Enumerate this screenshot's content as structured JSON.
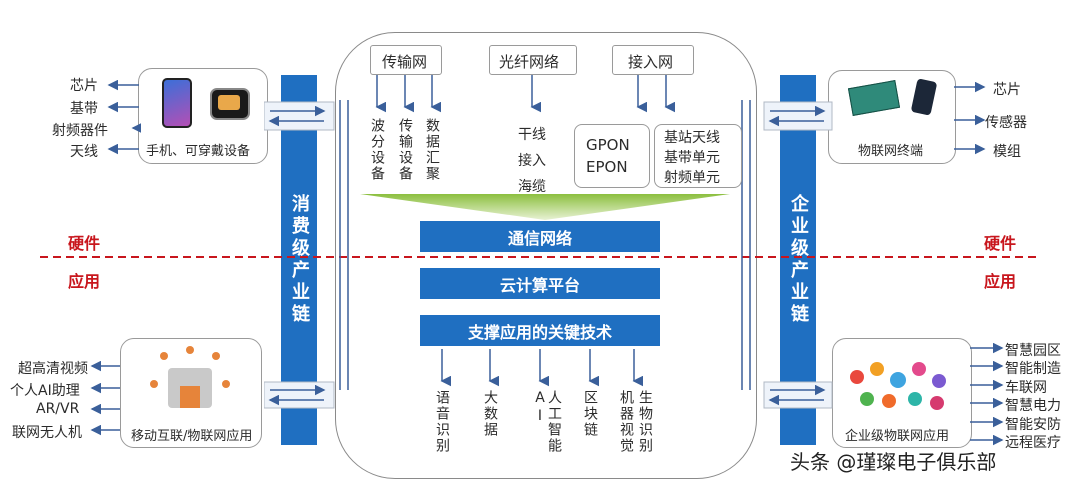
{
  "left_top": {
    "items": [
      "芯片",
      "基带",
      "射频器件",
      "天线"
    ],
    "caption": "手机、可穿戴设备"
  },
  "left_bottom": {
    "items": [
      "超高清视频",
      "个人AI助理",
      "AR/VR",
      "联网无人机"
    ],
    "caption": "移动互联/物联网应用"
  },
  "right_top": {
    "items": [
      "芯片",
      "传感器",
      "模组"
    ],
    "caption": "物联网终端"
  },
  "right_bottom": {
    "items": [
      "智慧园区",
      "智能制造",
      "车联网",
      "智慧电力",
      "智能安防",
      "远程医疗"
    ],
    "caption": "企业级物联网应用"
  },
  "left_bar": "消费级产业链",
  "right_bar": "企业级产业链",
  "divider": {
    "hardware": "硬件",
    "application": "应用"
  },
  "networks": {
    "transport": "传输网",
    "fiber": "光纤网络",
    "access": "接入网",
    "transport_items": [
      "波分设备",
      "传输设备",
      "数据汇聚"
    ],
    "fiber_items": [
      "干线",
      "接入",
      "海缆"
    ],
    "pon": [
      "GPON",
      "EPON"
    ],
    "station": [
      "基站天线",
      "基带单元",
      "射频单元"
    ]
  },
  "bands": [
    "通信网络",
    "云计算平台",
    "支撑应用的关键技术"
  ],
  "tech": [
    "语音识别",
    "大数据",
    "人工智能AI",
    "区块链",
    "机器视觉",
    "生物识别"
  ],
  "watermark": "头条 @瑾璨电子俱乐部",
  "colors": {
    "blue": "#1f6fc1",
    "red": "#c8161d",
    "green": "#8cbf3f"
  }
}
